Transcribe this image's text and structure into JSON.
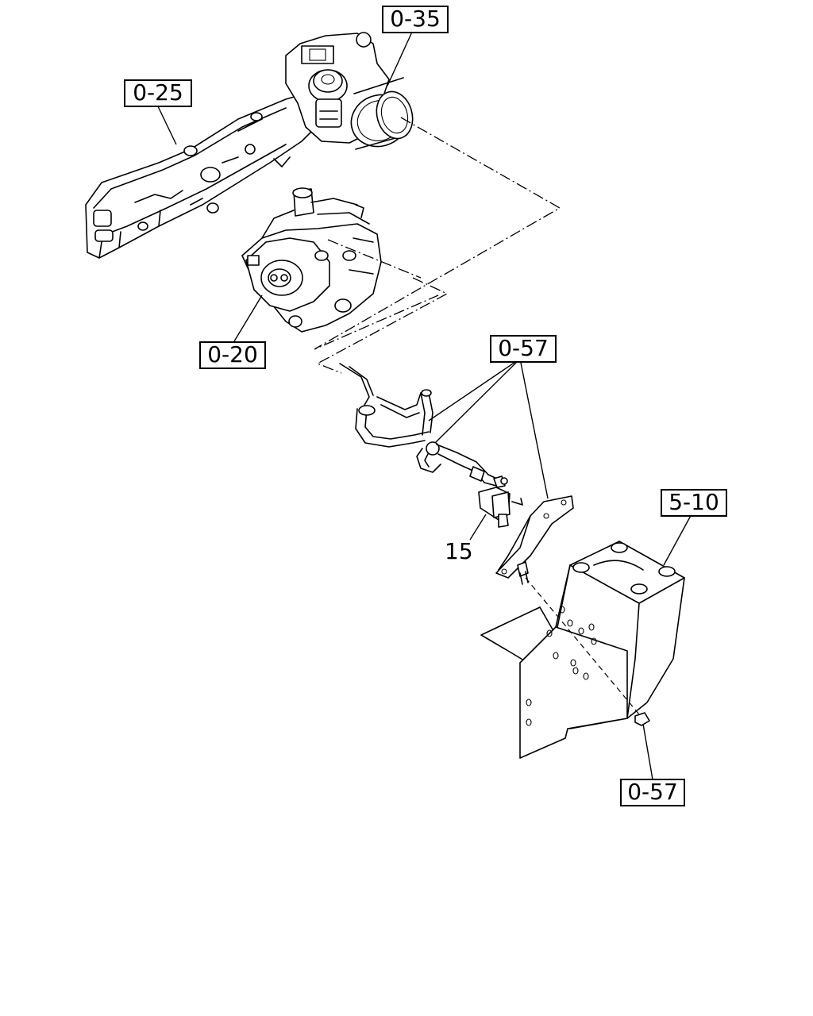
{
  "diagram": {
    "callouts": [
      {
        "id": "throttle-body",
        "text": "0-35"
      },
      {
        "id": "intake-manifold",
        "text": "0-25"
      },
      {
        "id": "vacuum-pump",
        "text": "0-20"
      },
      {
        "id": "hose-clips-upper",
        "text": "0-57"
      },
      {
        "id": "solenoid-part",
        "text": "15"
      },
      {
        "id": "engine-mount-bracket",
        "text": "5-10"
      },
      {
        "id": "nut-lower",
        "text": "0-57"
      }
    ]
  }
}
